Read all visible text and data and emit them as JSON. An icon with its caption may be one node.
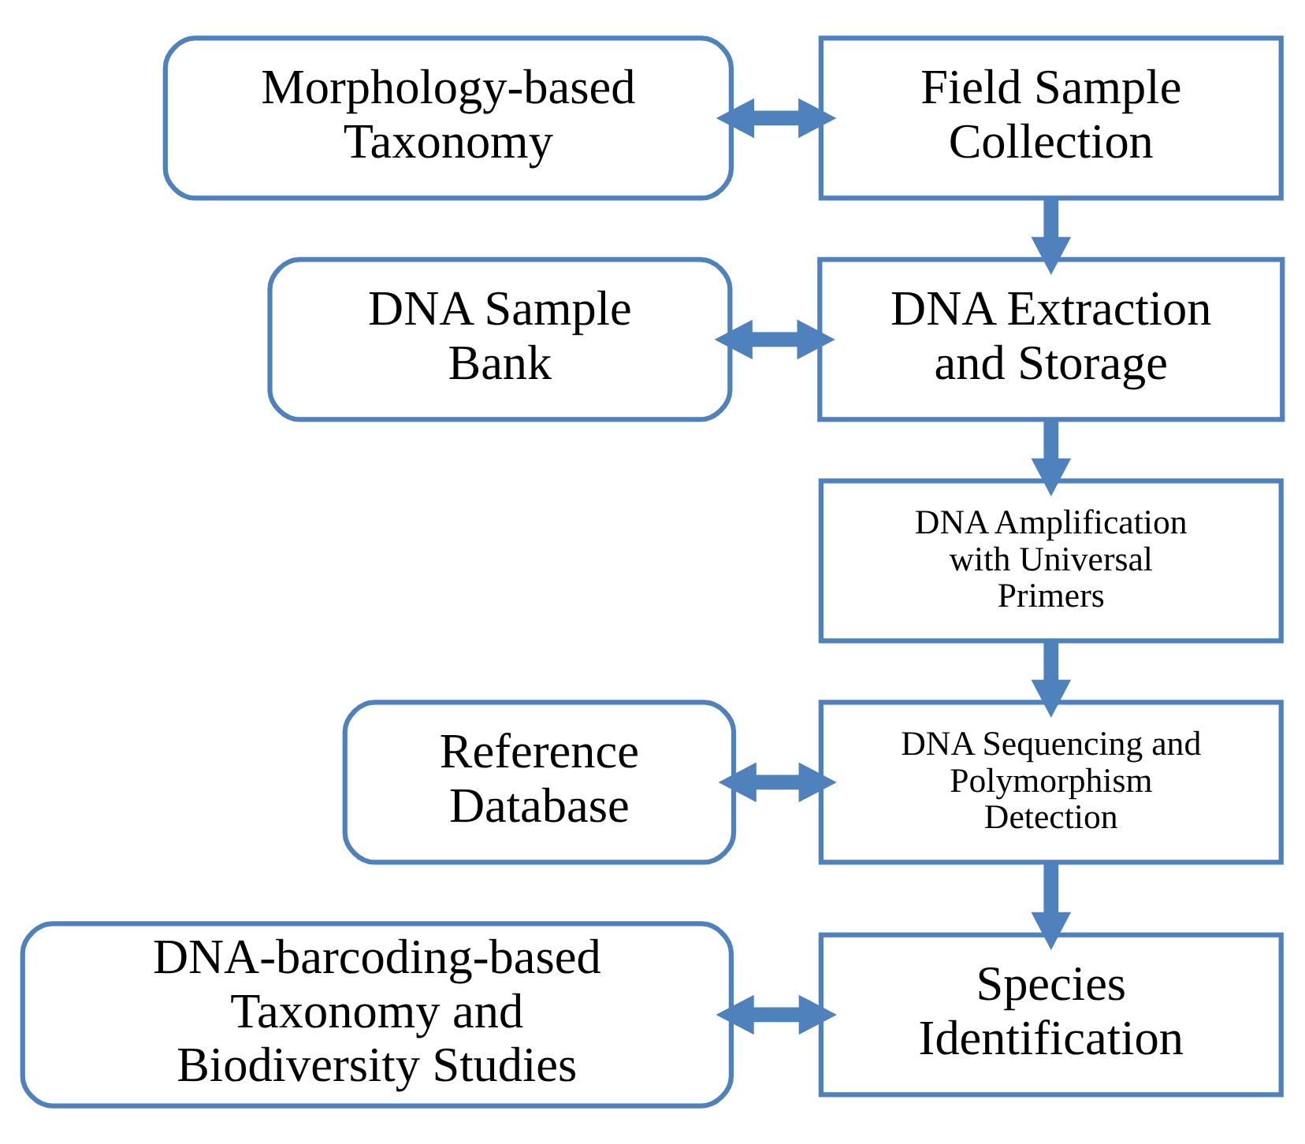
{
  "diagram": {
    "nodes": [
      {
        "text": [
          "Morphology-based Taxonomy"
        ]
      },
      {
        "text": [
          "Field Sample Collection"
        ]
      },
      {
        "text": [
          "DNA Sample Bank"
        ]
      },
      {
        "text": [
          "DNA Extraction and Storage"
        ]
      },
      {
        "text": [
          "DNA Amplification with Universal Primers"
        ]
      },
      {
        "text": [
          "Reference Database"
        ]
      },
      {
        "text": [
          "DNA Sequencing and Polymorphism Detection"
        ]
      },
      {
        "text": [
          "DNA-barcoding-based Taxonomy and Biodiversity Studies"
        ]
      },
      {
        "text": [
          "Species Identification"
        ]
      }
    ],
    "edges": [
      {
        "from": 0,
        "to": 1,
        "arrow": "both"
      },
      {
        "from": 1,
        "to": 3,
        "arrow": "to"
      },
      {
        "from": 2,
        "to": 3,
        "arrow": "both"
      },
      {
        "from": 3,
        "to": 4,
        "arrow": "to"
      },
      {
        "from": 4,
        "to": 6,
        "arrow": "to"
      },
      {
        "from": 5,
        "to": 6,
        "arrow": "both"
      },
      {
        "from": 6,
        "to": 8,
        "arrow": "to"
      },
      {
        "from": 7,
        "to": 8,
        "arrow": "both"
      }
    ]
  }
}
